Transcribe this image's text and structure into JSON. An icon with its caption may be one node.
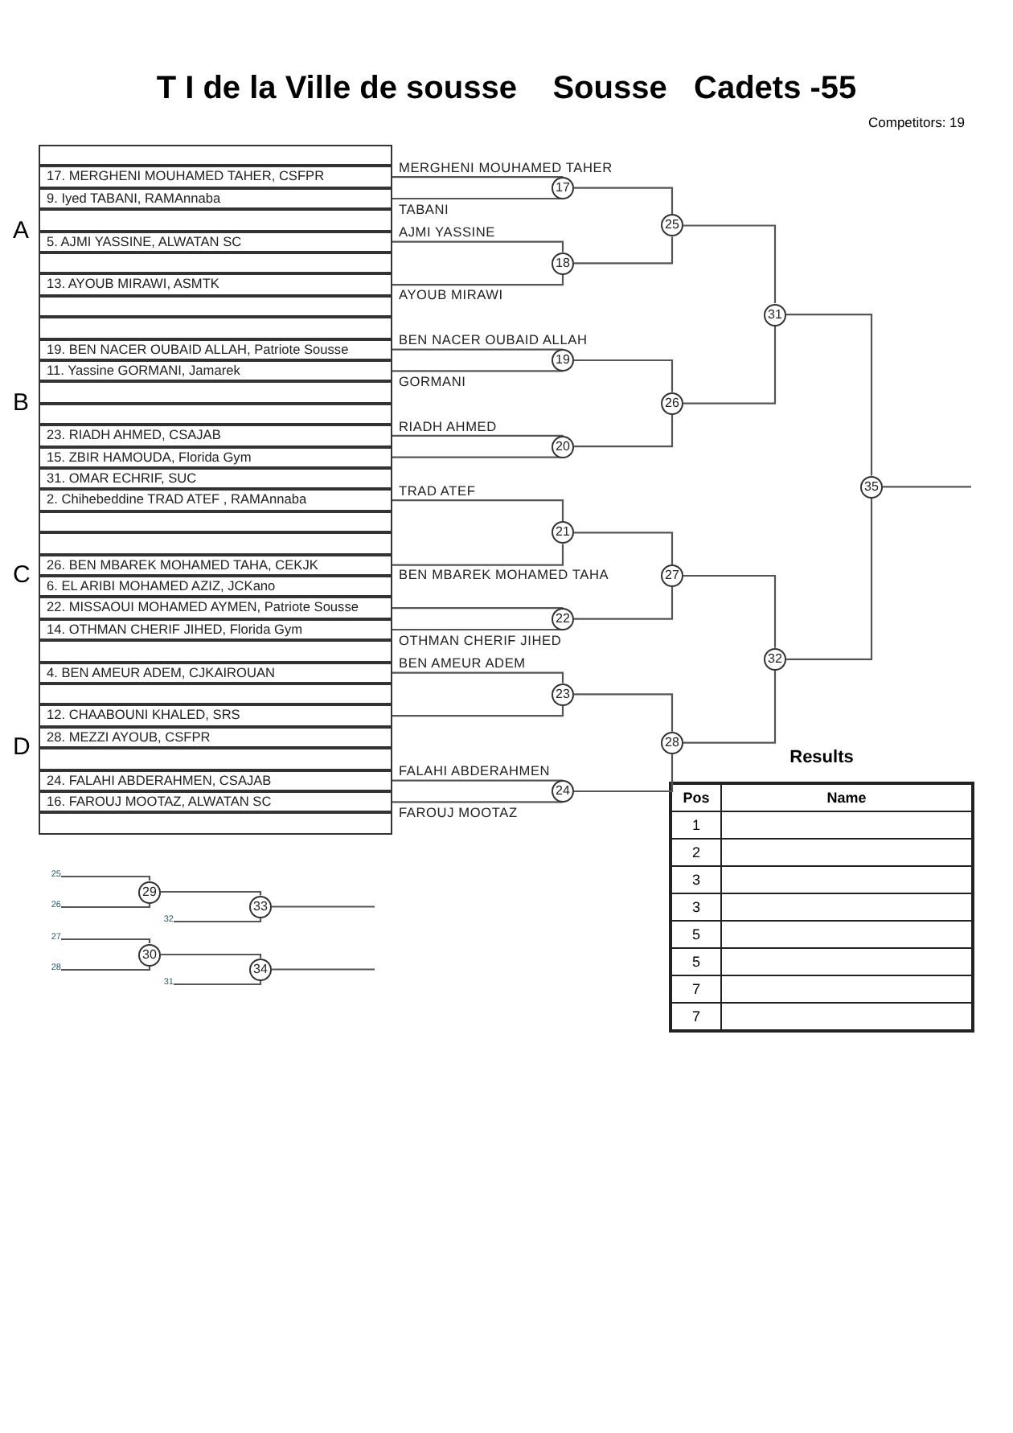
{
  "diagram": {
    "title": "T I de la Ville de sousse    Sousse   Cadets -55",
    "nodes": [
      {
        "text": [],
        "shape": "box"
      },
      {
        "text": [
          "17. MERGHENI MOUHAMED TAHER, CSFPR"
        ]
      },
      {
        "text": [
          "9. Iyed TABANI, RAMAnnaba"
        ]
      },
      {
        "text": [],
        "shape": "box"
      },
      {
        "text": [
          "5. AJMI YASSINE, ALWATAN SC"
        ]
      },
      {
        "text": [],
        "shape": "box"
      },
      {
        "text": [
          "13. AYOUB MIRAWI, ASMTK"
        ]
      },
      {
        "text": [],
        "shape": "box"
      },
      {
        "text": [],
        "shape": "box"
      },
      {
        "text": [
          "19. BEN NACER OUBAID ALLAH, Patriote Sousse"
        ]
      },
      {
        "text": [
          "11. Yassine GORMANI, Jamarek"
        ]
      },
      {
        "text": [],
        "shape": "box"
      },
      {
        "text": [],
        "shape": "box"
      },
      {
        "text": [
          "23. RIADH AHMED, CSAJAB"
        ]
      },
      {
        "text": [
          "15. ZBIR HAMOUDA, Florida Gym"
        ]
      },
      {
        "text": [
          "31. OMAR ECHRIF, SUC"
        ]
      },
      {
        "text": [
          "2. Chihebeddine TRAD ATEF , RAMAnnaba"
        ]
      },
      {
        "text": [],
        "shape": "box"
      },
      {
        "text": [],
        "shape": "box"
      },
      {
        "text": [
          "26. BEN MBAREK MOHAMED TAHA, CEKJK"
        ]
      },
      {
        "text": [
          "6. EL ARIBI MOHAMED AZIZ, JCKano"
        ]
      },
      {
        "text": [
          "22. MISSAOUI MOHAMED AYMEN, Patriote Sousse"
        ]
      },
      {
        "text": [
          "14. OTHMAN CHERIF JIHED, Florida Gym"
        ]
      },
      {
        "text": [],
        "shape": "box"
      },
      {
        "text": [
          "4. BEN AMEUR ADEM, CJKAIROUAN"
        ]
      },
      {
        "text": [],
        "shape": "box"
      },
      {
        "text": [
          "12. CHAABOUNI KHALED, SRS"
        ]
      },
      {
        "text": [
          "28. MEZZI AYOUB, CSFPR"
        ]
      },
      {
        "text": [],
        "shape": "box"
      },
      {
        "text": [
          "24. FALAHI ABDERAHMEN, CSAJAB"
        ]
      },
      {
        "text": [
          "16. FAROUJ MOOTAZ, ALWATAN SC"
        ]
      },
      {
        "text": [],
        "shape": "box"
      },
      {
        "text": [
          "17"
        ]
      },
      {
        "text": [
          "18"
        ]
      },
      {
        "text": [
          "19"
        ]
      },
      {
        "text": [
          "20"
        ]
      },
      {
        "text": [
          "21"
        ]
      },
      {
        "text": [
          "22"
        ]
      },
      {
        "text": [
          "23"
        ]
      },
      {
        "text": [
          "24"
        ]
      },
      {
        "text": [
          "25"
        ]
      },
      {
        "text": [
          "26"
        ]
      },
      {
        "text": [
          "27"
        ]
      },
      {
        "text": [
          "28"
        ]
      },
      {
        "text": [
          "31"
        ]
      },
      {
        "text": [
          "32"
        ]
      },
      {
        "text": [
          "35"
        ]
      },
      {
        "text": [
          "25"
        ]
      },
      {
        "text": [
          "26"
        ]
      },
      {
        "text": [
          "29"
        ]
      },
      {
        "text": [
          "32"
        ]
      },
      {
        "text": [
          "33"
        ]
      },
      {
        "text": [
          "27"
        ]
      },
      {
        "text": [
          "28"
        ]
      },
      {
        "text": [
          "30"
        ]
      },
      {
        "text": [
          "31"
        ]
      },
      {
        "text": [
          "34"
        ]
      }
    ],
    "edges": [
      {
        "from": 1,
        "to": 32,
        "arrow": "none",
        "label": "MERGHENI MOUHAMED TAHER"
      },
      {
        "from": 2,
        "to": 32,
        "arrow": "none",
        "label": "TABANI"
      },
      {
        "from": 4,
        "to": 33,
        "arrow": "none",
        "label": "AJMI YASSINE"
      },
      {
        "from": 6,
        "to": 33,
        "arrow": "none",
        "label": "AYOUB MIRAWI"
      },
      {
        "from": 9,
        "to": 34,
        "arrow": "none",
        "label": "BEN NACER OUBAID ALLAH"
      },
      {
        "from": 10,
        "to": 34,
        "arrow": "none",
        "label": "GORMANI"
      },
      {
        "from": 13,
        "to": 35,
        "arrow": "none",
        "label": "RIADH AHMED"
      },
      {
        "from": 14,
        "to": 35,
        "arrow": "none"
      },
      {
        "from": 16,
        "to": 36,
        "arrow": "none",
        "label": "TRAD ATEF"
      },
      {
        "from": 19,
        "to": 36,
        "arrow": "none",
        "label": "BEN MBAREK MOHAMED TAHA"
      },
      {
        "from": 21,
        "to": 37,
        "arrow": "none"
      },
      {
        "from": 22,
        "to": 37,
        "arrow": "none",
        "label": "OTHMAN CHERIF JIHED"
      },
      {
        "from": 24,
        "to": 38,
        "arrow": "none",
        "label": "BEN AMEUR ADEM"
      },
      {
        "from": 26,
        "to": 38,
        "arrow": "none"
      },
      {
        "from": 29,
        "to": 39,
        "arrow": "none",
        "label": "FALAHI ABDERAHMEN"
      },
      {
        "from": 30,
        "to": 39,
        "arrow": "none",
        "label": "FAROUJ MOOTAZ"
      },
      {
        "from": 32,
        "to": 40,
        "arrow": "none"
      },
      {
        "from": 33,
        "to": 40,
        "arrow": "none"
      },
      {
        "from": 34,
        "to": 41,
        "arrow": "none"
      },
      {
        "from": 35,
        "to": 41,
        "arrow": "none"
      },
      {
        "from": 36,
        "to": 42,
        "arrow": "none"
      },
      {
        "from": 37,
        "to": 42,
        "arrow": "none"
      },
      {
        "from": 38,
        "to": 43,
        "arrow": "none"
      },
      {
        "from": 39,
        "to": 43,
        "arrow": "none"
      },
      {
        "from": 40,
        "to": 44,
        "arrow": "none"
      },
      {
        "from": 41,
        "to": 44,
        "arrow": "none"
      },
      {
        "from": 42,
        "to": 45,
        "arrow": "none"
      },
      {
        "from": 43,
        "to": 45,
        "arrow": "none"
      },
      {
        "from": 44,
        "to": 46,
        "arrow": "none"
      },
      {
        "from": 45,
        "to": 46,
        "arrow": "none"
      },
      {
        "from": 46,
        "to": null,
        "arrow": "none"
      },
      {
        "from": 47,
        "to": 49,
        "arrow": "none"
      },
      {
        "from": 48,
        "to": 49,
        "arrow": "none"
      },
      {
        "from": 49,
        "to": 51,
        "arrow": "none"
      },
      {
        "from": 50,
        "to": 51,
        "arrow": "none"
      },
      {
        "from": 51,
        "to": null,
        "arrow": "none"
      },
      {
        "from": 52,
        "to": 54,
        "arrow": "none"
      },
      {
        "from": 53,
        "to": 54,
        "arrow": "none"
      },
      {
        "from": 54,
        "to": 56,
        "arrow": "none"
      },
      {
        "from": 55,
        "to": 56,
        "arrow": "none"
      },
      {
        "from": 56,
        "to": null,
        "arrow": "none"
      }
    ],
    "labels": [
      "Competitors: 19",
      "A",
      "B",
      "C",
      "D",
      "Results",
      "Pos",
      "Name",
      "1",
      "2",
      "3",
      "3",
      "5",
      "5",
      "7",
      "7"
    ]
  }
}
